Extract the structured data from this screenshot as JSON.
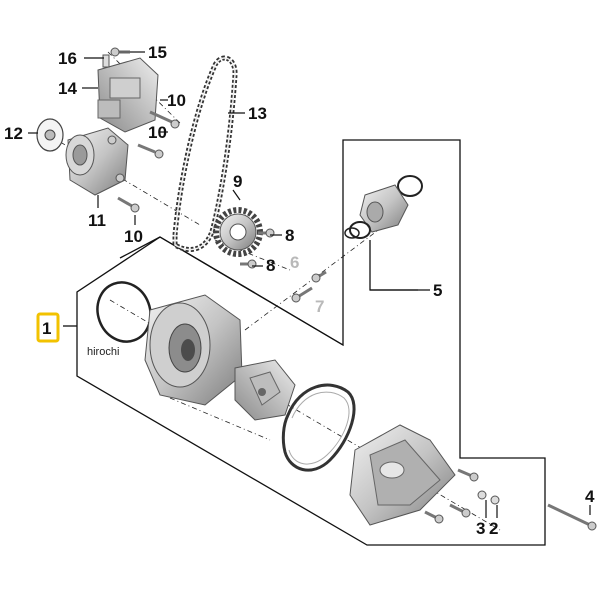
{
  "diagram": {
    "part_labels": [
      {
        "id": "1",
        "text": "1",
        "highlighted": true
      },
      {
        "id": "2",
        "text": "2"
      },
      {
        "id": "3",
        "text": "3"
      },
      {
        "id": "4",
        "text": "4"
      },
      {
        "id": "5",
        "text": "5"
      },
      {
        "id": "6",
        "text": "6",
        "greyed": true
      },
      {
        "id": "7",
        "text": "7",
        "greyed": true
      },
      {
        "id": "8a",
        "text": "8"
      },
      {
        "id": "8b",
        "text": "8"
      },
      {
        "id": "9",
        "text": "9"
      },
      {
        "id": "10a",
        "text": "10"
      },
      {
        "id": "10b",
        "text": "10"
      },
      {
        "id": "10c",
        "text": "10"
      },
      {
        "id": "11",
        "text": "11"
      },
      {
        "id": "12",
        "text": "12"
      },
      {
        "id": "13",
        "text": "13"
      },
      {
        "id": "14",
        "text": "14"
      },
      {
        "id": "15",
        "text": "15"
      },
      {
        "id": "16",
        "text": "16"
      }
    ],
    "watermark": "hirochi",
    "colors": {
      "highlight": "#f2c200",
      "lines": "#111111",
      "metal_light": "#e6e6e6",
      "metal_mid": "#b8b8b8",
      "metal_dark": "#7a7a7a",
      "greyed_label": "#b9b9b9"
    }
  }
}
